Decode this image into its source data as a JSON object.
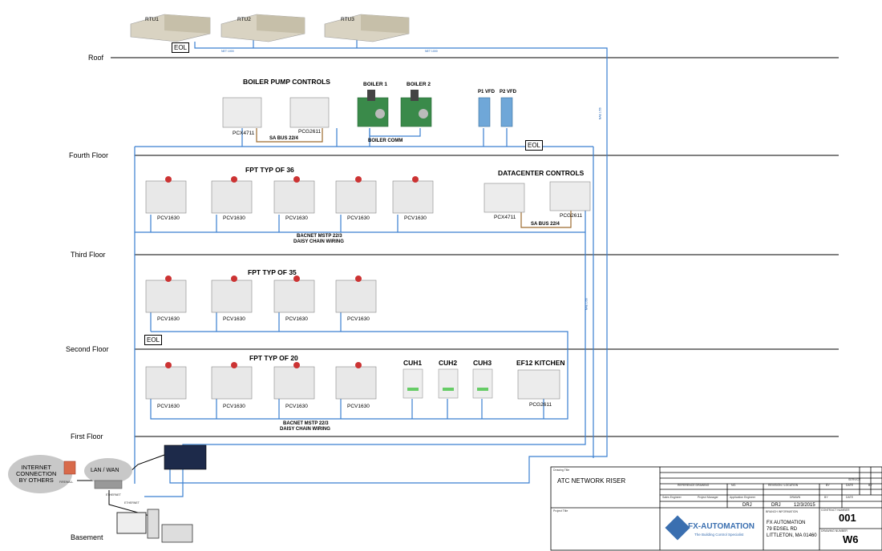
{
  "floors": [
    "Roof",
    "Fourth Floor",
    "Third Floor",
    "Second Floor",
    "First Floor",
    "Basement"
  ],
  "headers": {
    "boiler_pump": "BOILER PUMP CONTROLS",
    "fpt_fourth": "FPT TYP OF 36",
    "datacenter": "DATACENTER CONTROLS",
    "fpt_third": "FPT TYP OF 35",
    "fpt_second": "FPT TYP OF 20"
  },
  "rtus": [
    "RTU1",
    "RTU2",
    "RTU3"
  ],
  "boiler_section": {
    "controllers": [
      "PCX4711",
      "PCG2611"
    ],
    "sa_bus": "SA BUS 22/4",
    "boilers": [
      "BOILER 1",
      "BOILER 2"
    ],
    "boiler_comm": "BOILER COMM",
    "vfds": [
      "P1 VFD",
      "P2 VFD"
    ]
  },
  "datacenter_section": {
    "controllers": [
      "PCX4711",
      "PCG2611"
    ],
    "sa_bus": "SA BUS 22/4"
  },
  "vav_label": "PCV1630",
  "bacnet_note": [
    "BACNET MSTP 22/3",
    "DAISY CHAIN WIRING"
  ],
  "eol": "EOL",
  "first_floor": {
    "cuhs": [
      "CUH1",
      "CUH2",
      "CUH3"
    ],
    "ef12": "EF12 KITCHEN",
    "ef12_ctrl": "PCG2611"
  },
  "basement": {
    "cloud": [
      "INTERNET",
      "CONNECTION",
      "BY OTHERS"
    ],
    "lan": "LAN / WAN",
    "firewall": "FIREWALL",
    "ethernet": "ETHERNET"
  },
  "wire_labels": {
    "net1": "NET 1000",
    "net2": "NET 1000",
    "vert1": "NAE 1/56",
    "vert2": "NAE 1/56"
  },
  "title_block": {
    "drawing_title_label": "Drawing Title",
    "drawing_title": "ATC NETWORK RISER",
    "project_title_label": "Project Title",
    "company_logo_text": "FX-AUTOMATION",
    "company_tagline": "The Building Control Specialist",
    "company_name": "FX AUTOMATION",
    "address1": "79 EDSEL RD",
    "address2": "LITTLETON, MA 01460",
    "drawn_by": "DRJ",
    "checked_by": "DRJ",
    "date": "12/3/2015",
    "contract_number": "001",
    "drawing_number": "W6",
    "small_headers": [
      "REFERENCE DRAWING",
      "NO.",
      "REVISION / LOCATION",
      "BY",
      "DATE",
      "BY"
    ],
    "role_headers": [
      "Sales Engineer",
      "Project Manager",
      "Application Engineer",
      "DRAWN",
      "BY",
      "DATE"
    ],
    "misc": [
      "BRANCH INFORMATION",
      "CONTRACT NUMBER",
      "DRAWING NUMBER",
      "SERVICE"
    ]
  },
  "colors": {
    "wire": "#3a7fd0",
    "sa_bus": "#9c6b2e",
    "floor_line": "#000000",
    "boiler": "#3a8a4a",
    "rtu": "#d9d3c2",
    "controller": "#e8e8e8",
    "vfd": "#6fa7d8",
    "fx_logo": "#3a6fb0"
  }
}
